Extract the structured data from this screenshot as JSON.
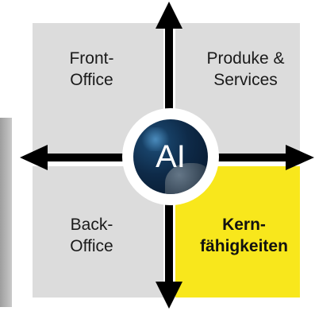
{
  "quadrants": {
    "front_office": "Front-\nOffice",
    "products_services": "Produke &\nServices",
    "back_office": "Back-\nOffice",
    "core_competencies": "Kern-\nfähigkeiten"
  },
  "center": {
    "label": "AI"
  },
  "colors": {
    "quadrant_gray": "#dcdcdc",
    "highlight_yellow": "#f8e71c",
    "arrow": "#000000",
    "center_dark": "#0e2a48"
  }
}
